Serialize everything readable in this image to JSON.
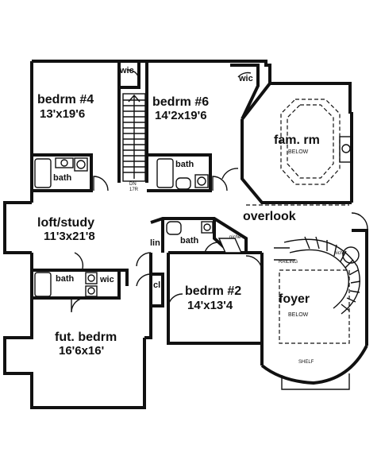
{
  "rooms": {
    "bedrm4": {
      "name": "bedrm #4",
      "dims": "13'x19'6"
    },
    "bedrm6": {
      "name": "bedrm #6",
      "dims": "14'2x19'6"
    },
    "fam": {
      "name": "fam. rm",
      "note": "BELOW"
    },
    "loft": {
      "name": "loft/study",
      "dims": "11'3x21'8"
    },
    "overlook": {
      "name": "overlook"
    },
    "bedrm2": {
      "name": "bedrm #2",
      "dims": "14'x13'4"
    },
    "foyer": {
      "name": "foyer",
      "note": "BELOW"
    },
    "futbedrm": {
      "name": "fut. bedrm",
      "dims": "16'6x16'"
    }
  },
  "small_labels": {
    "wic_left": "wic",
    "wic_right": "wic",
    "wic_lower": "wic",
    "bath_1": "bath",
    "bath_2": "bath",
    "bath_3": "bath",
    "bath_4": "bath",
    "lin": "lin",
    "cl": "cl",
    "niche_1": "niche",
    "niche_2": "niche",
    "railing": "RAILING",
    "shelf": "SHELF",
    "stair_dn": "DN",
    "stair_count": "17R"
  }
}
